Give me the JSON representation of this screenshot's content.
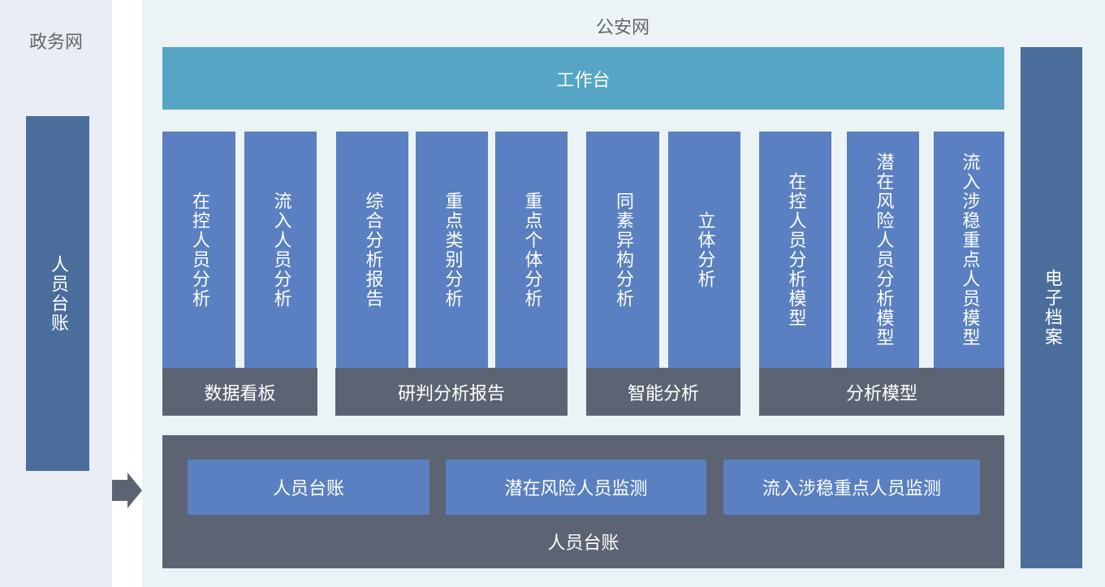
{
  "left": {
    "title": "政务网",
    "box": "人员台账"
  },
  "right": {
    "title": "公安网",
    "workbench": "工作台",
    "efile": "电子档案"
  },
  "columns": [
    "在控人员分析",
    "流入人员分析",
    "综合分析报告",
    "重点类别分析",
    "重点个体分析",
    "同素异构分析",
    "立体分析",
    "在控人员分析模型",
    "潜在风险人员分析模型",
    "流入涉稳重点人员模型"
  ],
  "groups": [
    "数据看板",
    "研判分析报告",
    "智能分析",
    "分析模型"
  ],
  "bottom": {
    "items": [
      "人员台账",
      "潜在风险人员监测",
      "流入涉稳重点人员监测"
    ],
    "label": "人员台账"
  },
  "colors": {
    "blue": "#5a80c1",
    "teal": "#56a5c4",
    "dark": "#5c6473",
    "navy": "#4a6d9c"
  }
}
